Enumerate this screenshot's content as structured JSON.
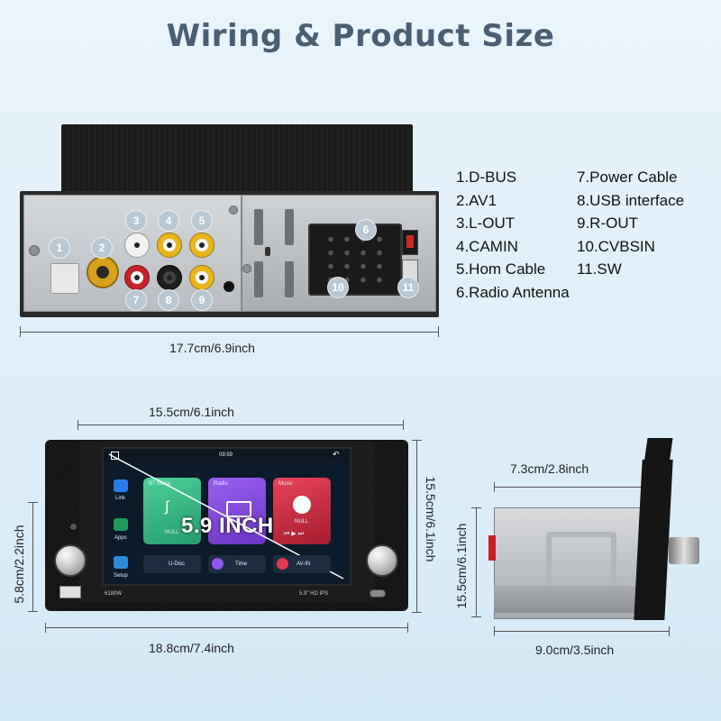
{
  "title": "Wiring & Product Size",
  "legend": {
    "left": [
      "1.D-BUS",
      "2.AV1",
      "3.L-OUT",
      "4.CAMIN",
      "5.Hom Cable",
      "6.Radio Antenna"
    ],
    "right": [
      "7.Power Cable",
      "8.USB interface",
      "9.R-OUT",
      "10.CVBSIN",
      "11.SW"
    ]
  },
  "port_numbers": [
    "1",
    "2",
    "3",
    "4",
    "5",
    "6",
    "7",
    "8",
    "9",
    "10",
    "11"
  ],
  "dimensions": {
    "rear_width": "17.7cm/6.9inch",
    "screen_width": "15.5cm/6.1inch",
    "screen_height": "15.5cm/6.1inch",
    "front_height": "5.8cm/2.2inch",
    "front_width": "18.8cm/7.4inch",
    "side_width": "7.3cm/2.8inch",
    "side_height": "15.5cm/6.1inch",
    "side_depth": "9.0cm/3.5inch"
  },
  "screen": {
    "time": "09:59",
    "big_label": "5.9 INCH",
    "apps": {
      "bt_music": "BT Music",
      "radio": "Radio",
      "music": "Music",
      "null": "NULL",
      "link": "Link",
      "apps_label": "Apps",
      "setup": "Setup",
      "udisc": "U-Disc",
      "time_app": "Time",
      "avin": "AV-IN"
    },
    "model": "6180W",
    "panel_spec": "5.9\" HD IPS"
  },
  "colors": {
    "title": "#4b5f72",
    "badge": "#b9c7d2",
    "rca_red": "#c8202a",
    "rca_yellow": "#e8b61a",
    "rca_white": "#f2f2f2",
    "rca_black": "#1e1e1e",
    "card_green": "#3db98a",
    "card_purple": "#7f49d6",
    "card_red": "#c2243a"
  }
}
